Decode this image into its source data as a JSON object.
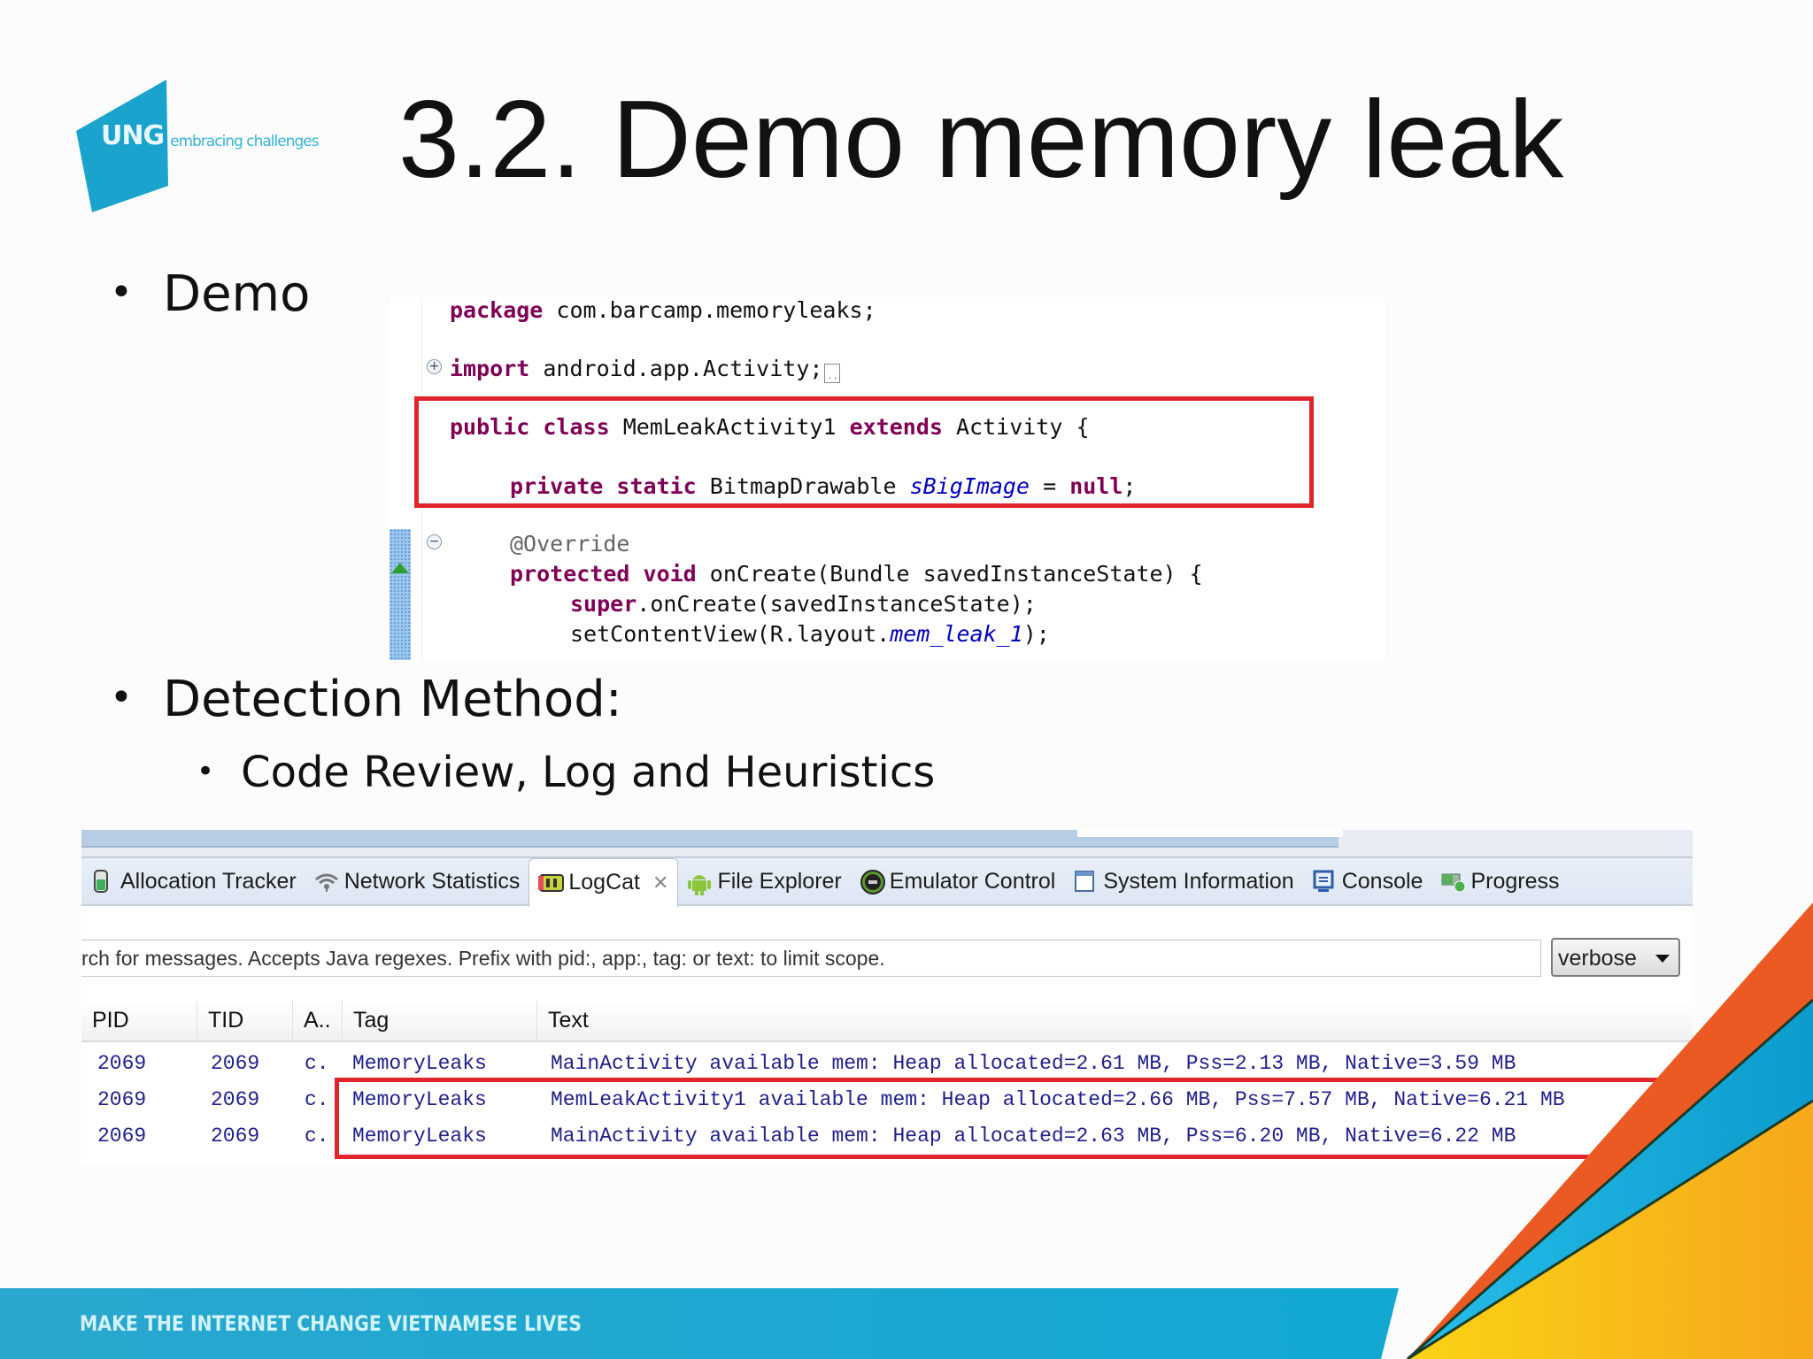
{
  "slide": {
    "title": "3.2. Demo memory leak",
    "logo": {
      "mark": "UNG",
      "tagline": "embracing challenges",
      "color": "#1aa3cc"
    },
    "bullets": [
      {
        "level": 1,
        "text": "Demo"
      },
      {
        "level": 1,
        "text": "Detection Method:"
      },
      {
        "level": 2,
        "text": "Code Review, Log and Heuristics"
      }
    ],
    "footer_text": "MAKE THE INTERNET CHANGE VIETNAMESE LIVES"
  },
  "code": {
    "lines": [
      {
        "kw": "package",
        "rest": " com.barcamp.memoryleaks;"
      },
      {
        "kw": "import",
        "rest": " android.app.Activity;"
      },
      {
        "kw1": "public",
        "kw2": "class",
        "name": " MemLeakActivity1 ",
        "kw3": "extends",
        "rest": " Activity {"
      },
      {
        "kw1": "private",
        "kw2": "static",
        "type": " BitmapDrawable ",
        "field": "sBigImage",
        "eq": " = ",
        "kw3": "null",
        "end": ";"
      },
      {
        "annotation": "@Override"
      },
      {
        "kw1": "protected",
        "kw2": "void",
        "rest": " onCreate(Bundle savedInstanceState) {"
      },
      {
        "kw": "super",
        "rest": ".onCreate(savedInstanceState);"
      },
      {
        "pre": "setContentView(R.layout.",
        "field": "mem_leak_1",
        "end": ");"
      }
    ],
    "fold_expand": "+",
    "fold_collapse": "−",
    "collapsed_marker": ".."
  },
  "logcat": {
    "tabs": [
      {
        "label": "Allocation Tracker",
        "icon": "battery-icon",
        "active": false
      },
      {
        "label": "Network Statistics",
        "icon": "wifi-icon",
        "active": false
      },
      {
        "label": "LogCat",
        "icon": "logcat-icon",
        "active": true,
        "close": "✕"
      },
      {
        "label": "File Explorer",
        "icon": "android-icon",
        "active": false
      },
      {
        "label": "Emulator Control",
        "icon": "emulator-icon",
        "active": false
      },
      {
        "label": "System Information",
        "icon": "window-icon",
        "active": false
      },
      {
        "label": "Console",
        "icon": "console-icon",
        "active": false
      },
      {
        "label": "Progress",
        "icon": "progress-icon",
        "active": false
      }
    ],
    "search_placeholder": "rch for messages. Accepts Java regexes. Prefix with pid:, app:, tag: or text: to limit scope.",
    "level": "verbose",
    "columns": [
      "PID",
      "TID",
      "A..",
      "Tag",
      "Text"
    ],
    "rows": [
      {
        "pid": "2069",
        "tid": "2069",
        "app": "c.",
        "tag": "MemoryLeaks",
        "text": "MainActivity available mem: Heap allocated=2.61 MB, Pss=2.13 MB, Native=3.59 MB"
      },
      {
        "pid": "2069",
        "tid": "2069",
        "app": "c.",
        "tag": "MemoryLeaks",
        "text": "MemLeakActivity1 available mem: Heap allocated=2.66 MB, Pss=7.57 MB, Native=6.21 MB"
      },
      {
        "pid": "2069",
        "tid": "2069",
        "app": "c.",
        "tag": "MemoryLeaks",
        "text": "MainActivity available mem: Heap allocated=2.63 MB, Pss=6.20 MB, Native=6.22 MB"
      }
    ]
  },
  "colors": {
    "highlight": "#e0242c",
    "keyword": "#7f0055",
    "field": "#0000c0",
    "log_text": "#1f1f8c",
    "footer": "#0aa9d3",
    "accent_orange": "#ee5a24",
    "accent_blue": "#12a9d9",
    "accent_yellow": "#f8b712"
  }
}
